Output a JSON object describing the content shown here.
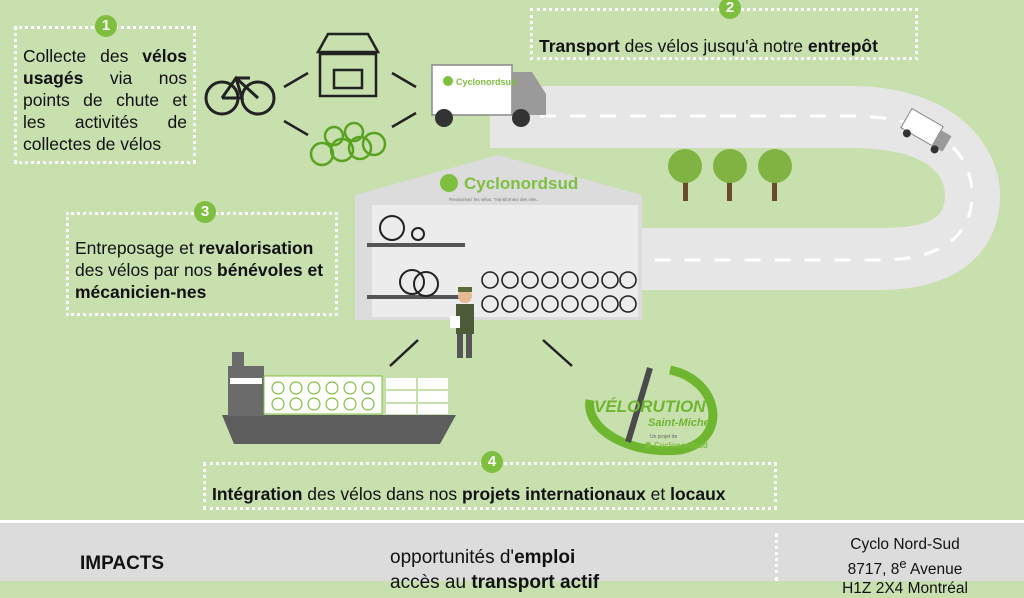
{
  "steps": [
    {
      "number": "1",
      "parts": [
        "Collecte des ",
        "vélos usagés",
        " via nos points de chute et les activités de collectes de vélos"
      ]
    },
    {
      "number": "2",
      "parts": [
        "Transport",
        " des vélos jusqu'à notre ",
        "entrepôt"
      ]
    },
    {
      "number": "3",
      "parts": [
        "Entreposage et ",
        "revalorisation",
        " des vélos par nos ",
        "bénévoles et mécanicien-nes"
      ]
    },
    {
      "number": "4",
      "parts": [
        "Intégration",
        " des vélos dans nos ",
        "projets internationaux",
        " et ",
        "locaux"
      ]
    }
  ],
  "truck_logo": "Cyclonordsud",
  "warehouse": {
    "brand": "Cyclonordsud",
    "tagline": "Revalorisez les vélos. Transformez des vies."
  },
  "velorution": {
    "title": "VÉLORUTION",
    "subtitle": "Saint-Michel",
    "byline": "Un projet de",
    "brand": "Cyclonordsud"
  },
  "impacts": {
    "title": "IMPACTS",
    "items": [
      "opportunités d'",
      "emploi",
      "accès au ",
      "transport actif"
    ]
  },
  "address": {
    "line1": "Cyclo Nord-Sud",
    "line2_pre": "8717, 8",
    "line2_sup": "e",
    "line2_post": " Avenue",
    "line3": "H1Z 2X4 Montréal"
  },
  "colors": {
    "green": "#7fbf3f",
    "background": "#c8dfae",
    "road": "#e8e8e8",
    "outline": "#3d3d3d"
  }
}
